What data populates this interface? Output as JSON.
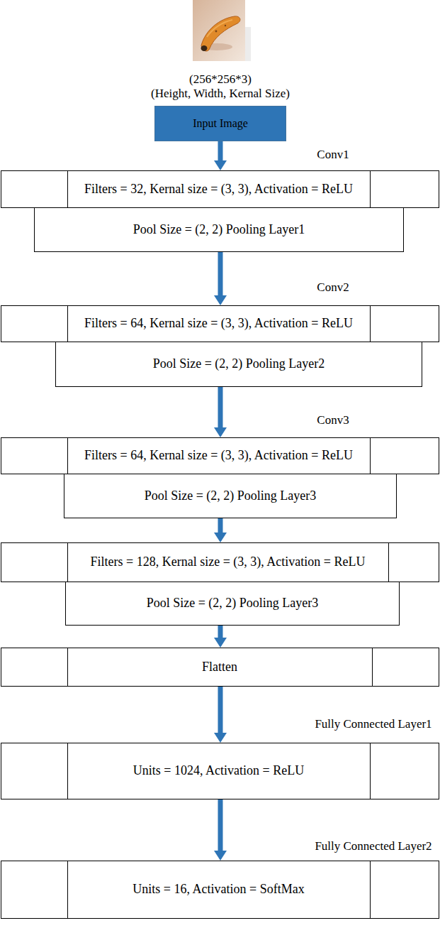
{
  "diagram": {
    "nodes": [
      {
        "text": [
          "Input Image"
        ]
      },
      {
        "text": [
          "Conv1",
          "Filters = 32, Kernal size = (3, 3), Activation = ReLU"
        ]
      },
      {
        "text": [
          "Pool Size = (2, 2) Pooling Layer1"
        ]
      },
      {
        "text": [
          "Conv2",
          "Filters = 64, Kernal size = (3, 3), Activation = ReLU"
        ]
      },
      {
        "text": [
          "Pool Size = (2, 2) Pooling Layer2"
        ]
      },
      {
        "text": [
          "Conv3",
          "Filters = 64, Kernal size = (3, 3), Activation = ReLU"
        ]
      },
      {
        "text": [
          "Pool Size = (2, 2) Pooling Layer3"
        ]
      },
      {
        "text": [
          "Filters = 128, Kernal size = (3, 3), Activation = ReLU"
        ]
      },
      {
        "text": [
          "Pool Size = (2, 2) Pooling Layer3"
        ]
      },
      {
        "text": [
          "Flatten"
        ]
      },
      {
        "text": [
          "Fully Connected Layer1",
          "Units = 1024, Activation = ReLU"
        ]
      },
      {
        "text": [
          "Fully Connected Layer2",
          "Units = 16, Activation = SoftMax"
        ]
      }
    ],
    "edges": [
      {
        "from": 0,
        "to": 1,
        "arrow": "to"
      },
      {
        "from": 2,
        "to": 3,
        "arrow": "to"
      },
      {
        "from": 4,
        "to": 5,
        "arrow": "to"
      },
      {
        "from": 6,
        "to": 7,
        "arrow": "to"
      },
      {
        "from": 8,
        "to": 9,
        "arrow": "to"
      },
      {
        "from": 9,
        "to": 10,
        "arrow": "to"
      },
      {
        "from": 10,
        "to": 11,
        "arrow": "to"
      }
    ],
    "labels": [
      "(256*256*3)",
      "(Height, Width, Kernal Size)"
    ]
  }
}
